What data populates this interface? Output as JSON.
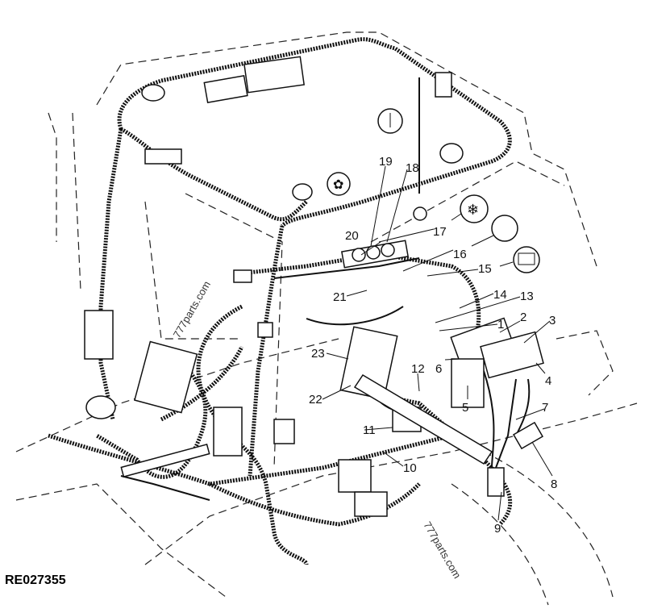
{
  "figure": {
    "reference_code": "RE027355",
    "watermark": "777parts.com",
    "callouts": [
      "1",
      "2",
      "3",
      "4",
      "5",
      "6",
      "7",
      "8",
      "9",
      "10",
      "11",
      "12",
      "13",
      "14",
      "15",
      "16",
      "17",
      "18",
      "19",
      "20",
      "21",
      "22",
      "23"
    ]
  }
}
